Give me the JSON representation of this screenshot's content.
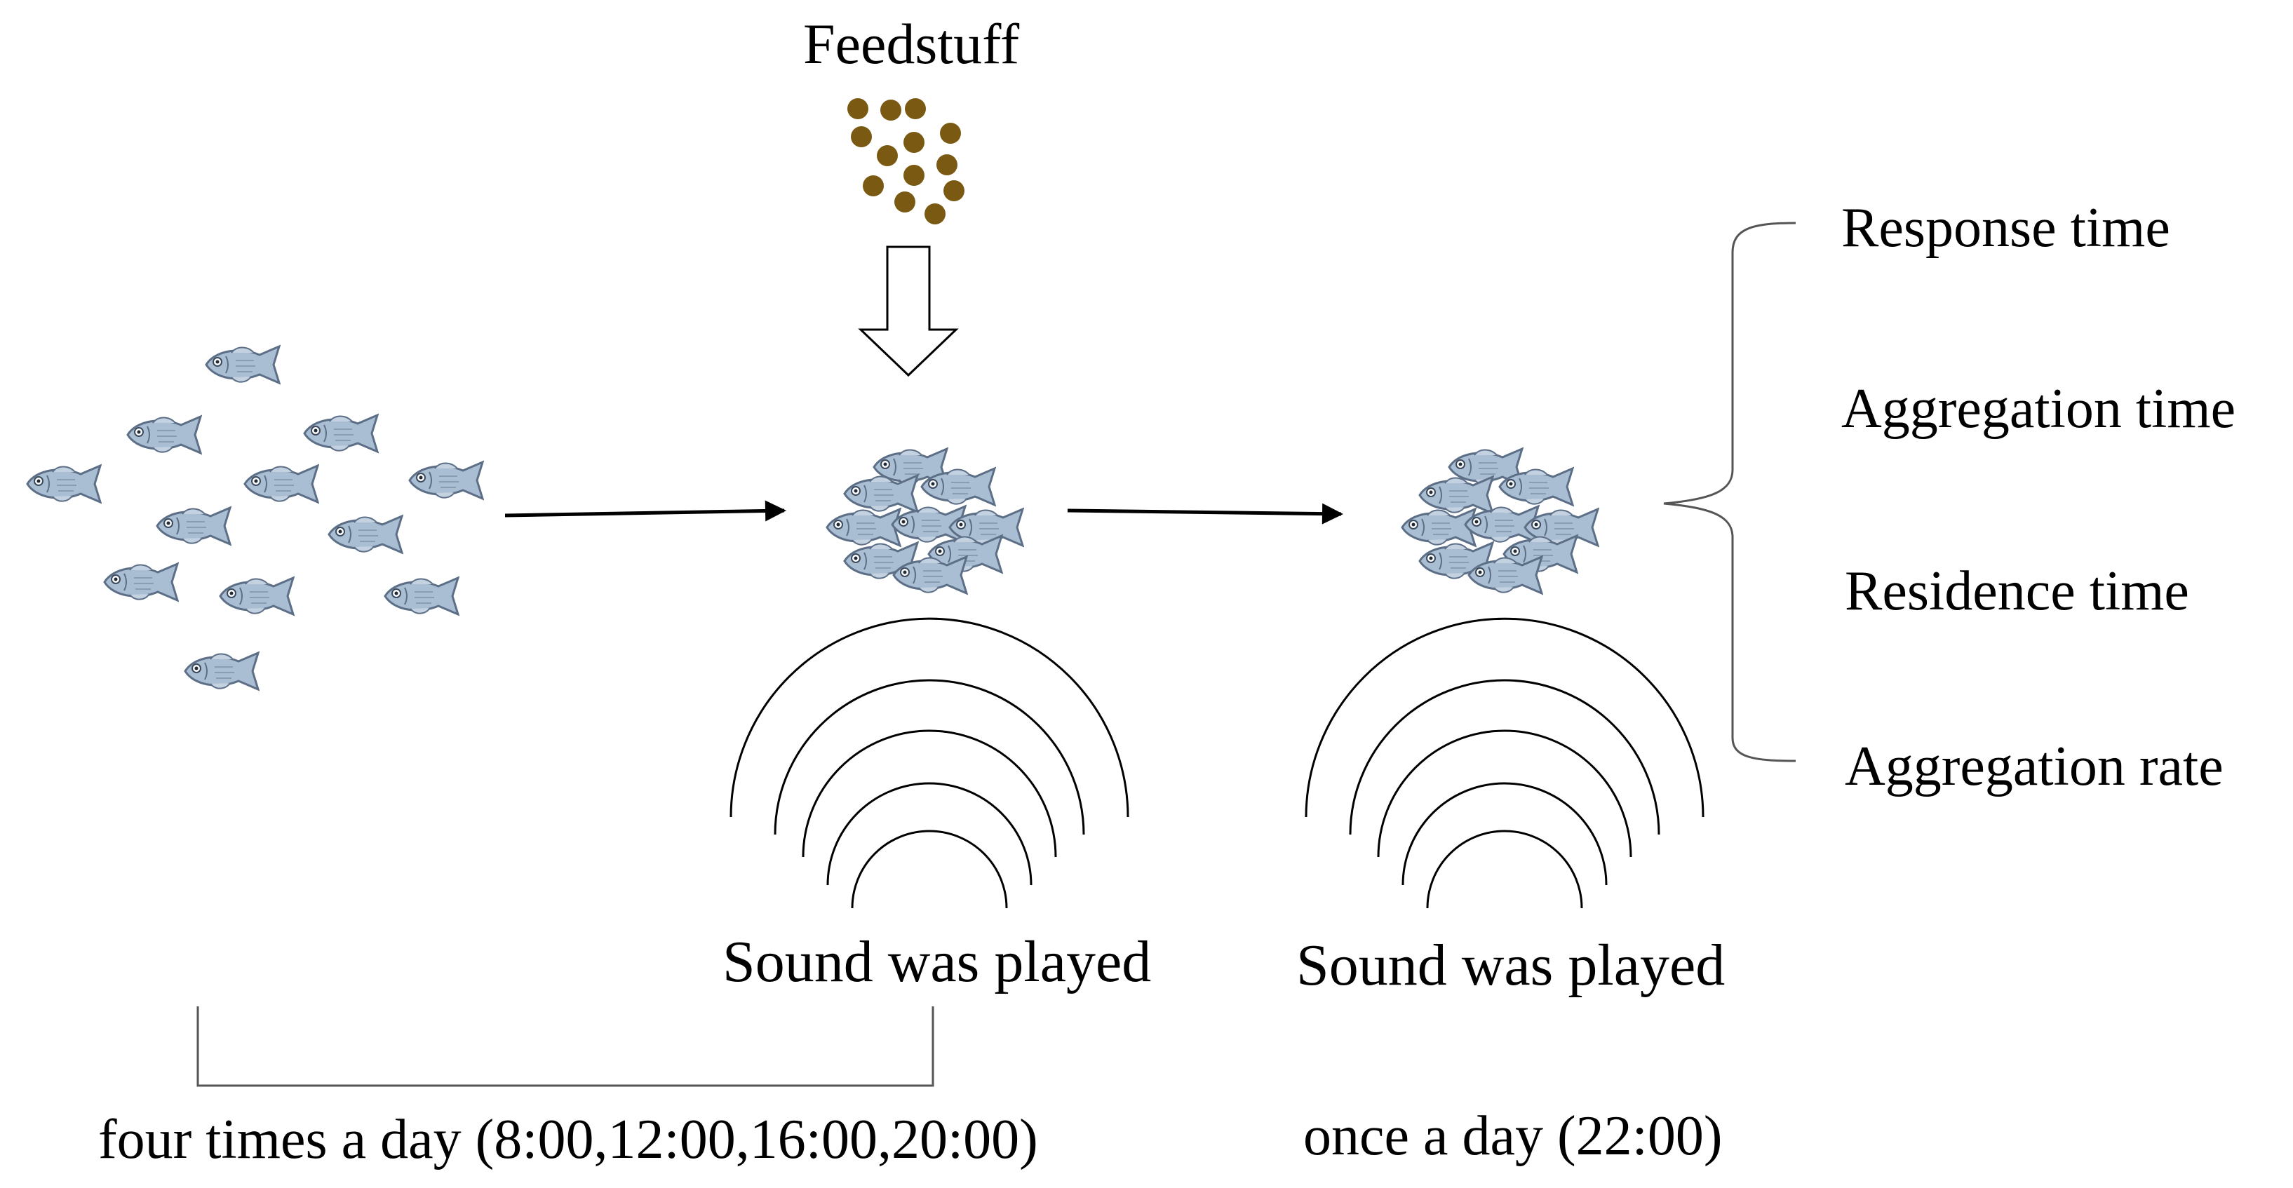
{
  "labels": {
    "feedstuff": "Feedstuff",
    "sound_played_1": "Sound was played",
    "sound_played_2": "Sound was played",
    "schedule_training": "four times a day (8:00,12:00,16:00,20:00)",
    "schedule_test": "once a day (22:00)"
  },
  "outcomes": [
    "Response time",
    "Aggregation time",
    "Residence time",
    "Aggregation rate"
  ],
  "icons": {
    "fish": "fish-icon",
    "feed_pellet": "feed-pellet-icon",
    "sound_wave": "sound-wave-icon",
    "arrow": "arrow-icon"
  },
  "colors": {
    "pellet": "#7a5a12",
    "fish_body": "#a9bdd3",
    "fish_outline": "#5c6f86",
    "line": "#000000",
    "bracket": "#555555"
  }
}
